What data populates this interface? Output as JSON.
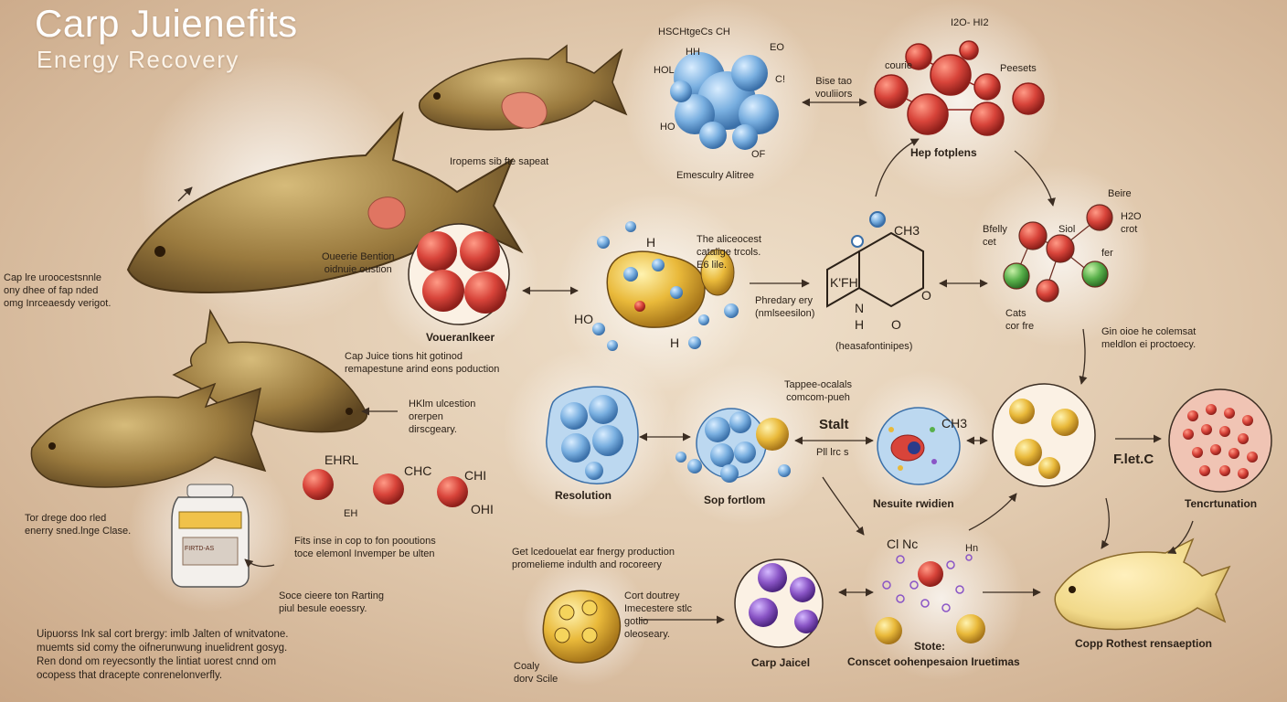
{
  "header": {
    "title": "Carp Juienefits",
    "subtitle": "Energy Recovery"
  },
  "labels": {
    "top_fish_caption": "Iropems sib fte sapeat",
    "left_note": "Cap lre uroocestsnnle\nony dhee of fap nded\nomg Inrceaesdy verigot.",
    "cell_left_note": "Oueerie Bention\noidnuie oustion",
    "voueranlker": "Voueranlkeer",
    "juice_note": "Cap Juice tions hit gotinod\nremapestune arind eons poduction",
    "hunn_note": "HKlm ulcestion\norerpen\ndirscgeary.",
    "left_bottom_note": "Tor drege doo rled\nenerry sned.lnge Clase.",
    "chain_label_1": "EHRL",
    "chain_label_2": "CHC",
    "chain_label_3": "CHI",
    "chain_label_4": "EH",
    "chain_label_5": "OHI",
    "chain_note": "Fits inse in cop to fon pooutions\ntoce elemonl Invemper be ulten",
    "jar_note": "Soce cieere ton Rarting\npiul besule eoessry.",
    "jar_label": "FIRTD-AS",
    "bottom_left_note": "Uipuorss Ink sal cort brergy: imlb Jalten of wnitvatone.\nmuemts sid comy the oifnerunwung inuelidrent gosyg.\nRen dond om reyecsontly the lintiat uorest cnnd om\nocopess that dracepte conrenelonverfly.",
    "mol_top_formula": "HSCHtgeCs CH",
    "mol_top_hh": "HH",
    "mol_top_hol": "HOL",
    "mol_top_ho": "HO",
    "mol_top_eo": "EO",
    "mol_top_c": "C!",
    "mol_top_of": "OF",
    "mol_top_caption": "Emesculry Alitree",
    "bise_note": "Bise tao\nvouliiors",
    "red_top_i2o": "I2O- HI2",
    "red_top_courie": "courie",
    "red_top_pecsets": "Peesets",
    "red_top_caption": "Hep fotplens",
    "center_note": "The aliceocest\ncatalige trcols.\nE6 lile.",
    "center_h": "H",
    "center_ho": "HO",
    "center_h2": "H",
    "phredary": "Phredary ery\n(nmlseesilon)",
    "ring_ch3": "CH3",
    "ring_kfh": "K'FH",
    "ring_n": "N",
    "ring_h": "H",
    "ring_o": "O",
    "ring_o2": "O",
    "ring_caption": "(heasafontinipes)",
    "right_beire": "Beire",
    "right_bfelly": "Bfelly\ncet",
    "right_siol": "Siol",
    "right_h2o": "H2O\ncrot",
    "right_fer": "fer",
    "right_cats": "Cats\ncor fre",
    "right_gin_note": "Gin oioe he colemsat\nmeldlon ei proctoecy.",
    "tappee": "Tappee-ocalals\ncomcom-pueh",
    "resolution": "Resolution",
    "sop": "Sop fortlom",
    "stalt": "Stalt",
    "pil": "Pll lrc s",
    "nesult_ch3": "CH3",
    "nesult": "Nesuite rwidien",
    "fletc": "F.let.C",
    "tencrtunation": "Tencrtunation",
    "bottom_center_note": "Get lcedouelat ear fnergy production\npromelieme indulth and rocoreery",
    "cort_note": "Cort doutrey\nImecestere stlc\ngotlio\noleoseary.",
    "coaly": "Coaly\ndorv Scile",
    "carp_jaicel": "Carp Jaicel",
    "cl_nc": "Cl  Nc",
    "hn": "Hn",
    "stote": "Stote:",
    "connect": "Conscet oohenpesaion Iruetimas",
    "copp": "Copp Rothest rensaeption"
  },
  "colors": {
    "fish_body": "#9a7a3e",
    "fish_belly": "#d6bb7a",
    "red_cell": "#d8443a",
    "blue_cell": "#79afe0",
    "yellow_cell": "#e9b93a",
    "purple_cell": "#8a55c6",
    "green_cell": "#58b04a",
    "pale_fish": "#f1d98a"
  },
  "icons": [
    "carp-fish-icon",
    "red-cell-icon",
    "blue-cluster-icon",
    "yellow-cell-icon",
    "purple-cell-icon",
    "jar-icon",
    "arrow-icon"
  ]
}
